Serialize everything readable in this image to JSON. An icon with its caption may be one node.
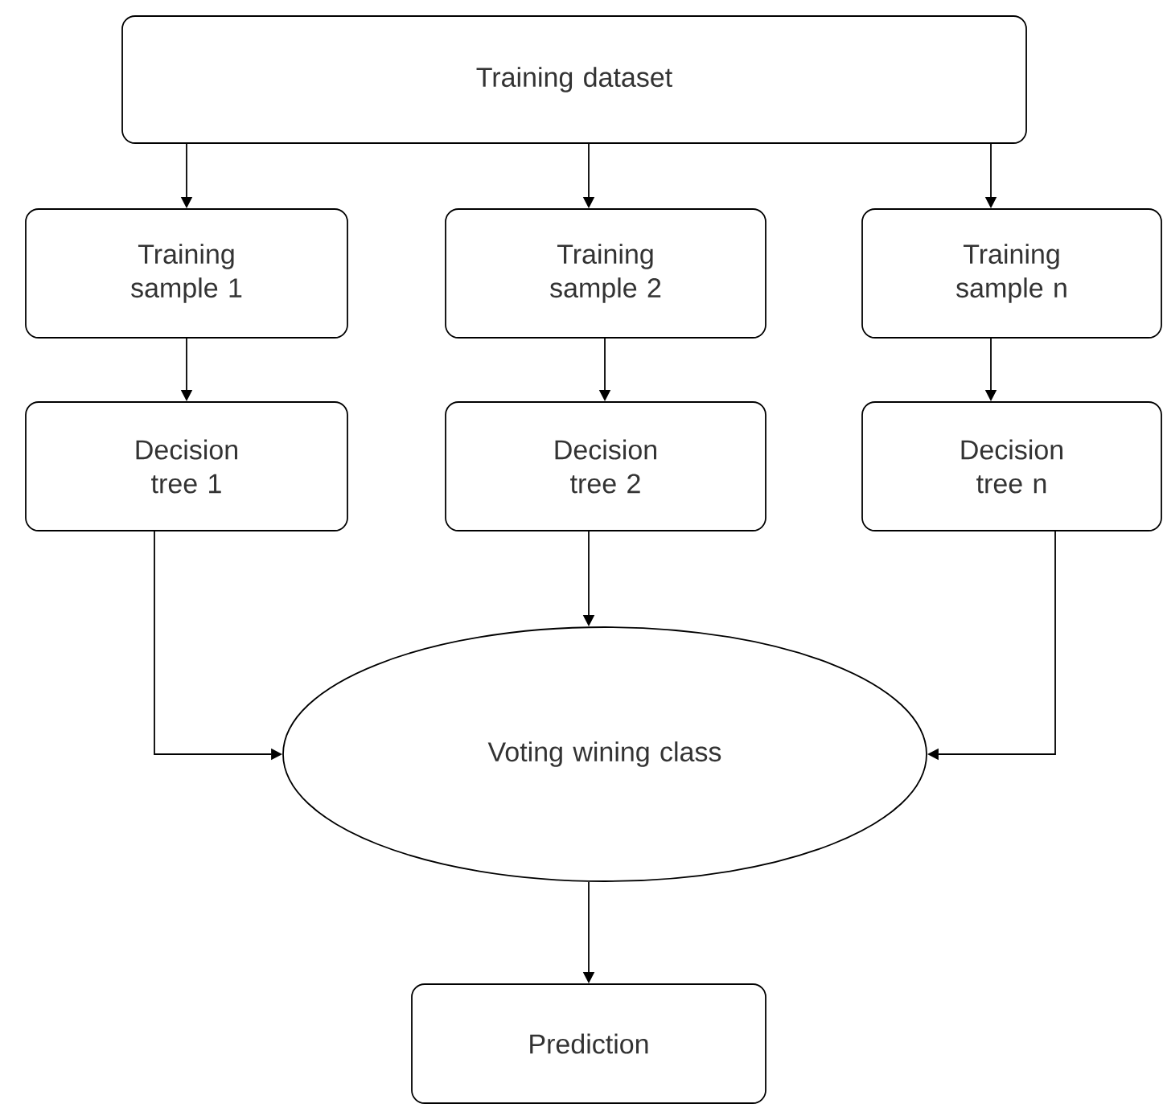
{
  "diagram": {
    "nodes": [
      {
        "text": [
          "Training dataset"
        ]
      },
      {
        "text": [
          "Training sample 1"
        ]
      },
      {
        "text": [
          "Training sample 2"
        ]
      },
      {
        "text": [
          "Training sample n"
        ]
      },
      {
        "text": [
          "Decision tree 1"
        ]
      },
      {
        "text": [
          "Decision tree 2"
        ]
      },
      {
        "text": [
          "Decision tree n"
        ]
      },
      {
        "text": [
          "Voting wining class"
        ]
      },
      {
        "text": [
          "Prediction"
        ]
      }
    ],
    "edges": [
      {
        "from": 0,
        "to": 1,
        "arrow": "to"
      },
      {
        "from": 0,
        "to": 2,
        "arrow": "to"
      },
      {
        "from": 0,
        "to": 3,
        "arrow": "to"
      },
      {
        "from": 1,
        "to": 4,
        "arrow": "to"
      },
      {
        "from": 2,
        "to": 5,
        "arrow": "to"
      },
      {
        "from": 3,
        "to": 6,
        "arrow": "to"
      },
      {
        "from": 4,
        "to": 7,
        "arrow": "to"
      },
      {
        "from": 5,
        "to": 7,
        "arrow": "to"
      },
      {
        "from": 6,
        "to": 7,
        "arrow": "to"
      },
      {
        "from": 7,
        "to": 8,
        "arrow": "to"
      }
    ]
  }
}
